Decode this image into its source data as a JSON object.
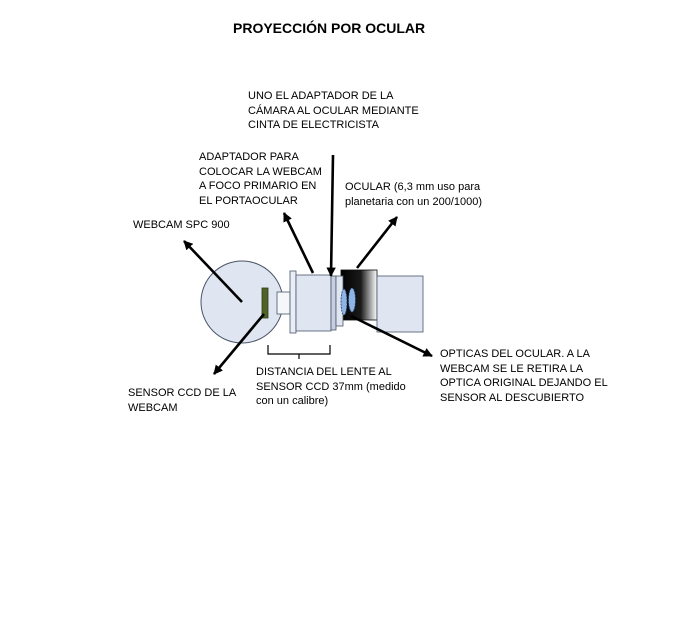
{
  "title": "PROYECCIÓN POR OCULAR",
  "labels": {
    "tape": [
      "UNO EL ADAPTADOR DE LA",
      "CÁMARA AL OCULAR MEDIANTE",
      "CINTA DE ELECTRICISTA"
    ],
    "adapter": [
      "ADAPTADOR PARA",
      "COLOCAR LA WEBCAM",
      "A FOCO PRIMARIO EN",
      "EL PORTAOCULAR"
    ],
    "eyepiece": [
      "OCULAR (6,3 mm uso para",
      "planetaria con un 200/1000)"
    ],
    "webcam": [
      "WEBCAM SPC 900"
    ],
    "optics": [
      "OPTICAS DEL OCULAR.  A LA",
      "WEBCAM SE LE RETIRA LA",
      "OPTICA ORIGINAL DEJANDO EL",
      "SENSOR AL DESCUBIERTO"
    ],
    "distance": [
      "DISTANCIA DEL LENTE AL",
      "SENSOR CCD 37mm (medido",
      "con un calibre)"
    ],
    "sensor": [
      "SENSOR CCD DE LA",
      "WEBCAM"
    ]
  },
  "colors": {
    "webcam_fill": "#dfe6f2",
    "sensor_fill": "#4f6228",
    "lens_fill": "#8db4e2",
    "eyepiece_dark": "#0b0b0b",
    "outline": "#4a5568"
  }
}
